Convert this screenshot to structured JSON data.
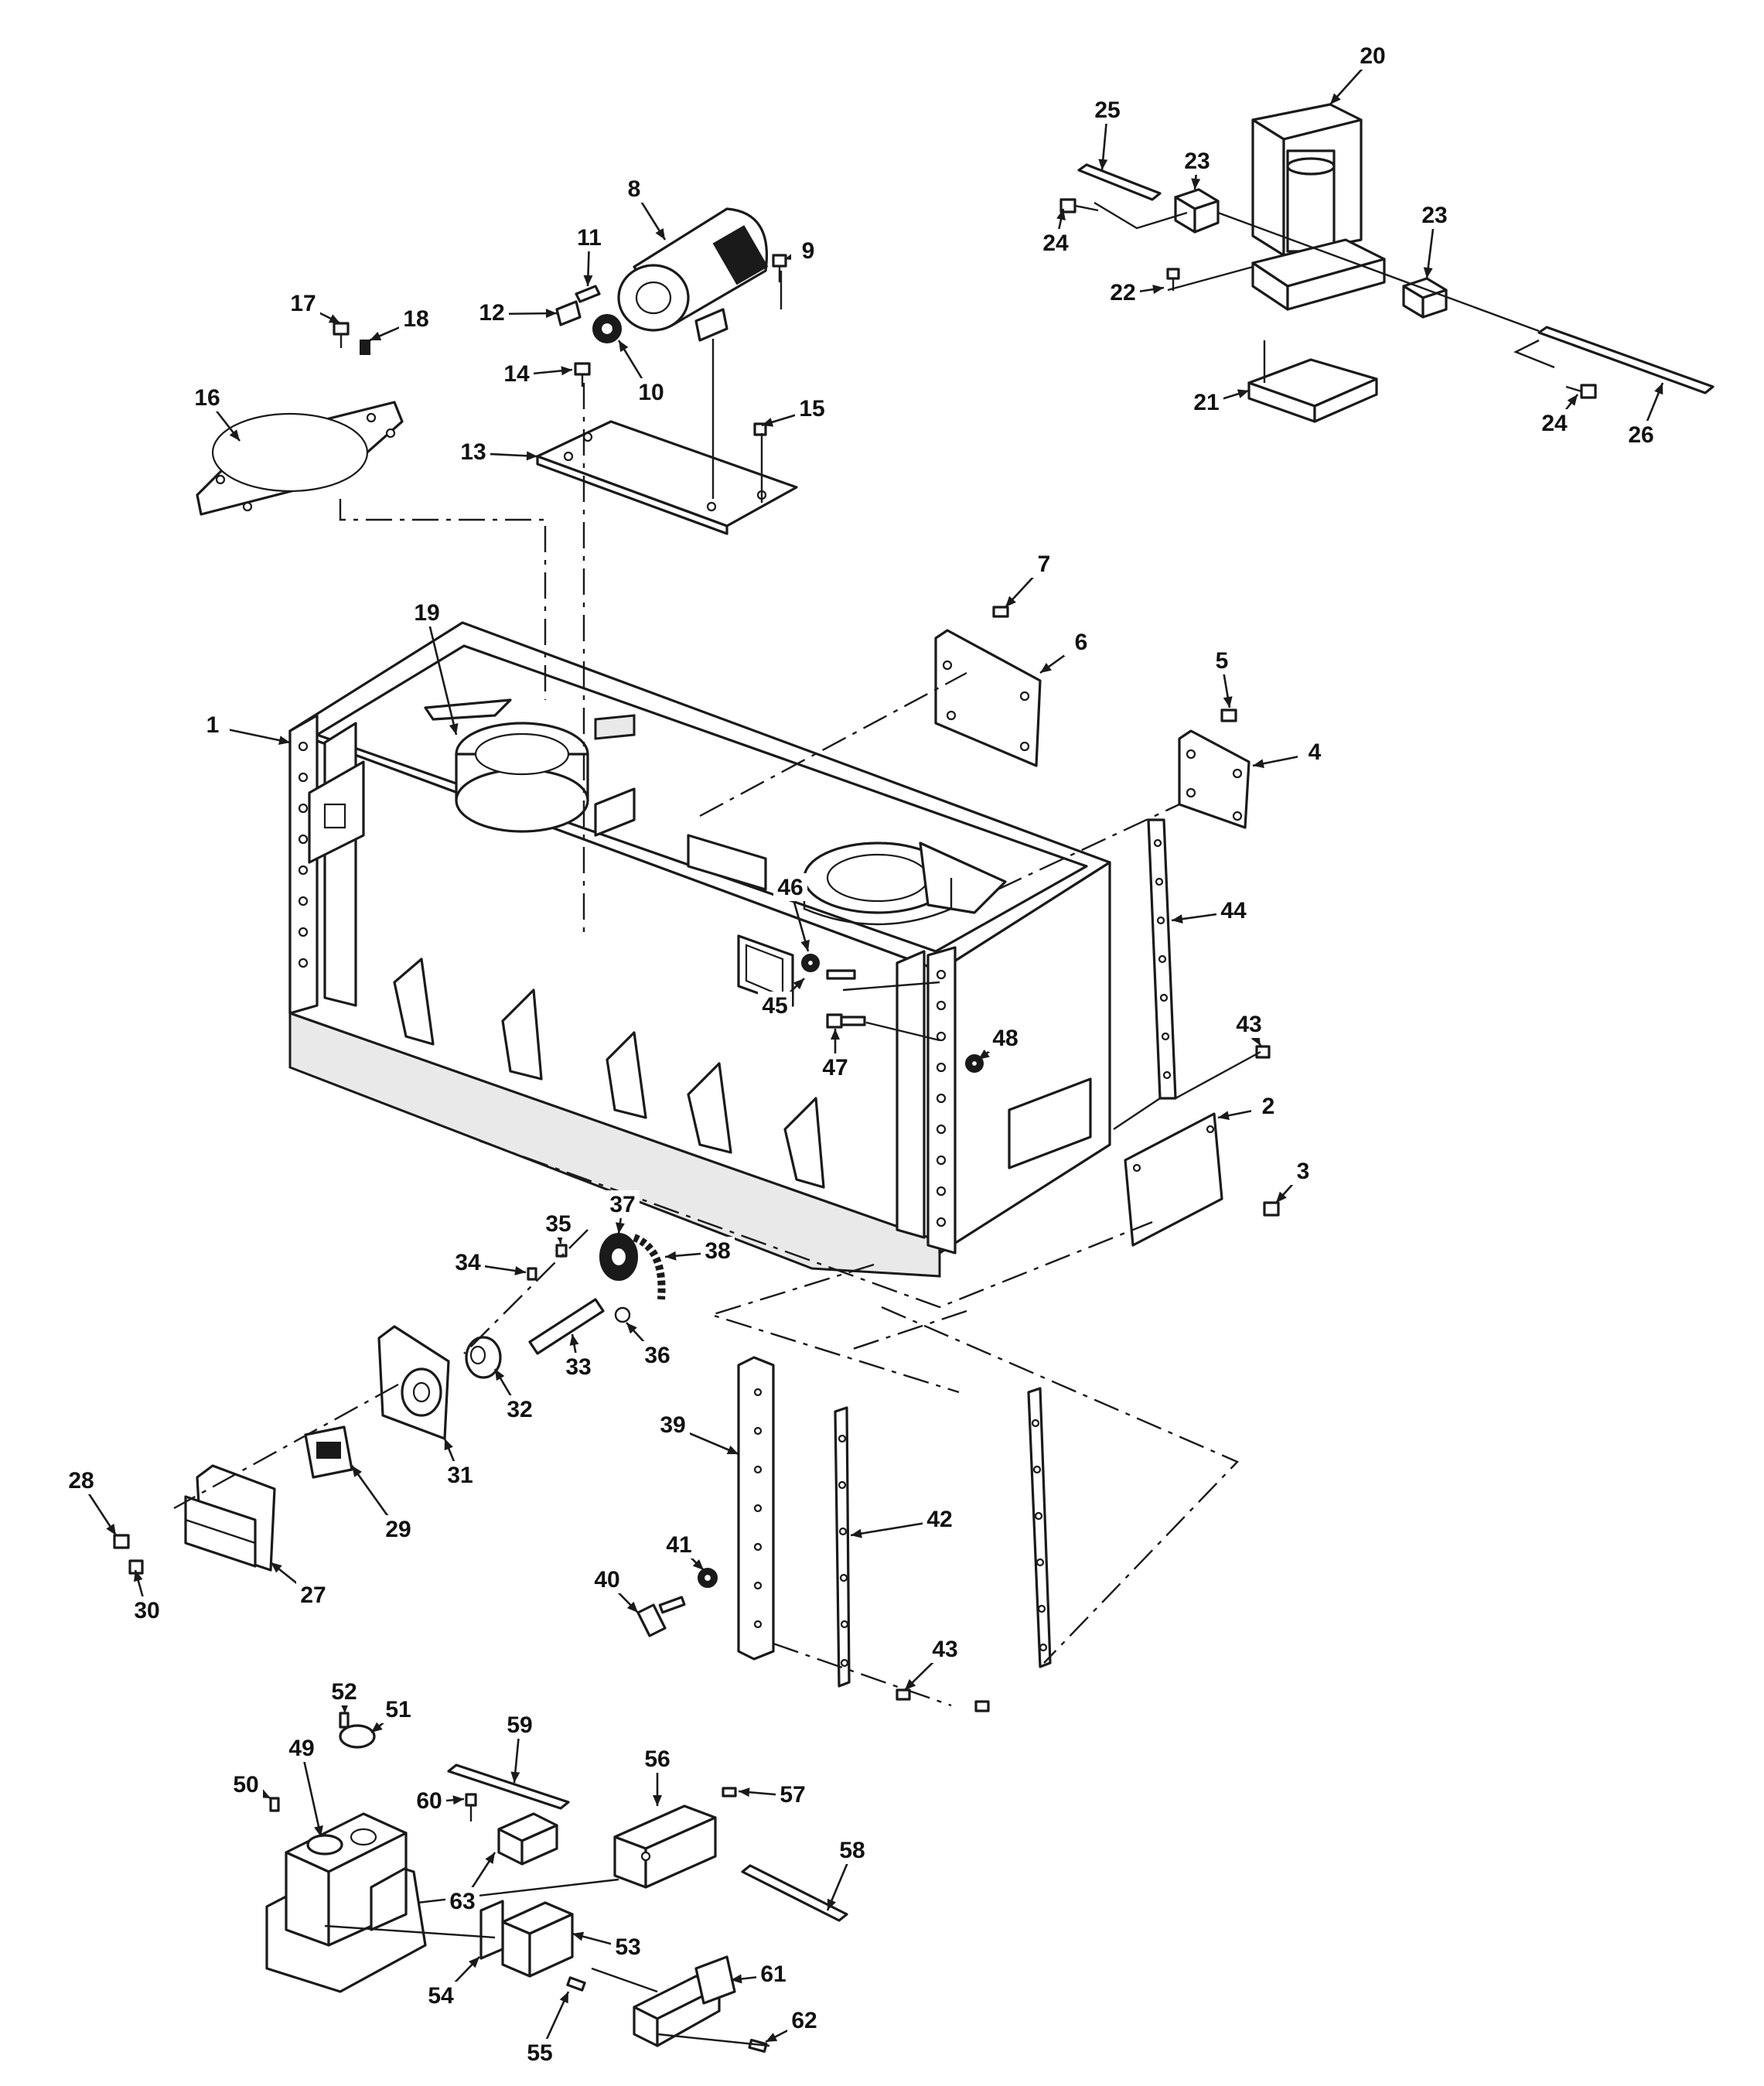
{
  "diagram": {
    "callouts": [
      {
        "id": "c1",
        "text": "1"
      },
      {
        "id": "c2",
        "text": "2"
      },
      {
        "id": "c3",
        "text": "3"
      },
      {
        "id": "c4",
        "text": "4"
      },
      {
        "id": "c5",
        "text": "5"
      },
      {
        "id": "c6",
        "text": "6"
      },
      {
        "id": "c7",
        "text": "7"
      },
      {
        "id": "c8",
        "text": "8"
      },
      {
        "id": "c9",
        "text": "9"
      },
      {
        "id": "c10",
        "text": "10"
      },
      {
        "id": "c11",
        "text": "11"
      },
      {
        "id": "c12",
        "text": "12"
      },
      {
        "id": "c13",
        "text": "13"
      },
      {
        "id": "c14",
        "text": "14"
      },
      {
        "id": "c15",
        "text": "15"
      },
      {
        "id": "c16",
        "text": "16"
      },
      {
        "id": "c17",
        "text": "17"
      },
      {
        "id": "c18",
        "text": "18"
      },
      {
        "id": "c19",
        "text": "19"
      },
      {
        "id": "c20",
        "text": "20"
      },
      {
        "id": "c21",
        "text": "21"
      },
      {
        "id": "c22",
        "text": "22"
      },
      {
        "id": "c23a",
        "text": "23"
      },
      {
        "id": "c23b",
        "text": "23"
      },
      {
        "id": "c24a",
        "text": "24"
      },
      {
        "id": "c24b",
        "text": "24"
      },
      {
        "id": "c25",
        "text": "25"
      },
      {
        "id": "c26",
        "text": "26"
      },
      {
        "id": "c27",
        "text": "27"
      },
      {
        "id": "c28",
        "text": "28"
      },
      {
        "id": "c29",
        "text": "29"
      },
      {
        "id": "c30",
        "text": "30"
      },
      {
        "id": "c31",
        "text": "31"
      },
      {
        "id": "c32",
        "text": "32"
      },
      {
        "id": "c33",
        "text": "33"
      },
      {
        "id": "c34",
        "text": "34"
      },
      {
        "id": "c35",
        "text": "35"
      },
      {
        "id": "c36",
        "text": "36"
      },
      {
        "id": "c37",
        "text": "37"
      },
      {
        "id": "c38",
        "text": "38"
      },
      {
        "id": "c39",
        "text": "39"
      },
      {
        "id": "c40",
        "text": "40"
      },
      {
        "id": "c41",
        "text": "41"
      },
      {
        "id": "c42",
        "text": "42"
      },
      {
        "id": "c43a",
        "text": "43"
      },
      {
        "id": "c43b",
        "text": "43"
      },
      {
        "id": "c44",
        "text": "44"
      },
      {
        "id": "c45",
        "text": "45"
      },
      {
        "id": "c46",
        "text": "46"
      },
      {
        "id": "c47",
        "text": "47"
      },
      {
        "id": "c48",
        "text": "48"
      },
      {
        "id": "c49",
        "text": "49"
      },
      {
        "id": "c50",
        "text": "50"
      },
      {
        "id": "c51",
        "text": "51"
      },
      {
        "id": "c52",
        "text": "52"
      },
      {
        "id": "c53",
        "text": "53"
      },
      {
        "id": "c54",
        "text": "54"
      },
      {
        "id": "c55",
        "text": "55"
      },
      {
        "id": "c56",
        "text": "56"
      },
      {
        "id": "c57",
        "text": "57"
      },
      {
        "id": "c58",
        "text": "58"
      },
      {
        "id": "c59",
        "text": "59"
      },
      {
        "id": "c60",
        "text": "60"
      },
      {
        "id": "c61",
        "text": "61"
      },
      {
        "id": "c62",
        "text": "62"
      },
      {
        "id": "c63",
        "text": "63"
      }
    ]
  }
}
